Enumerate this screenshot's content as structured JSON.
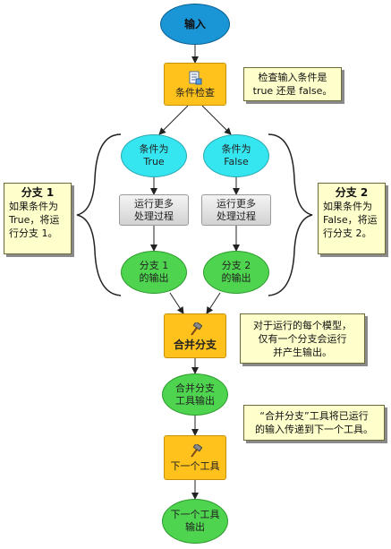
{
  "nodes": {
    "input": "输入",
    "condition_check": "条件检查",
    "condition_true": "条件为\nTrue",
    "condition_false": "条件为\nFalse",
    "process_left": "运行更多\n处理过程",
    "process_right": "运行更多\n处理过程",
    "output_branch1": "分支 1\n的输出",
    "output_branch2": "分支 2\n的输出",
    "merge_branch": "合并分支",
    "merge_output": "合并分支\n工具输出",
    "next_tool": "下一个工具",
    "next_output": "下一个工具\n输出"
  },
  "callouts": {
    "check_note": "检查输入条件是\ntrue 还是 false。",
    "branch1_title": "分支 1",
    "branch1_body": "如果条件为\nTrue，将运\n行分支 1。",
    "branch2_title": "分支 2",
    "branch2_body": "如果条件为\nFalse，将运\n行分支 2。",
    "merge_note": "对于运行的每个模型，\n仅有一个分支会运行\n并产生输出。",
    "next_note": "“合并分支”工具将已运行\n的输入传递到下一个工具。"
  },
  "colors": {
    "input_fill": "#1a95d6",
    "condition_fill": "#35e5f0",
    "tool_fill": "#ffc21c",
    "output_fill": "#4ed44e",
    "process_fill": "#e4e4e4",
    "callout_fill": "#ffffcc",
    "connector": "#222222"
  },
  "icons": {
    "condition_check": "script-tool-icon",
    "merge_branch": "hammer-icon",
    "next_tool": "hammer-icon"
  }
}
